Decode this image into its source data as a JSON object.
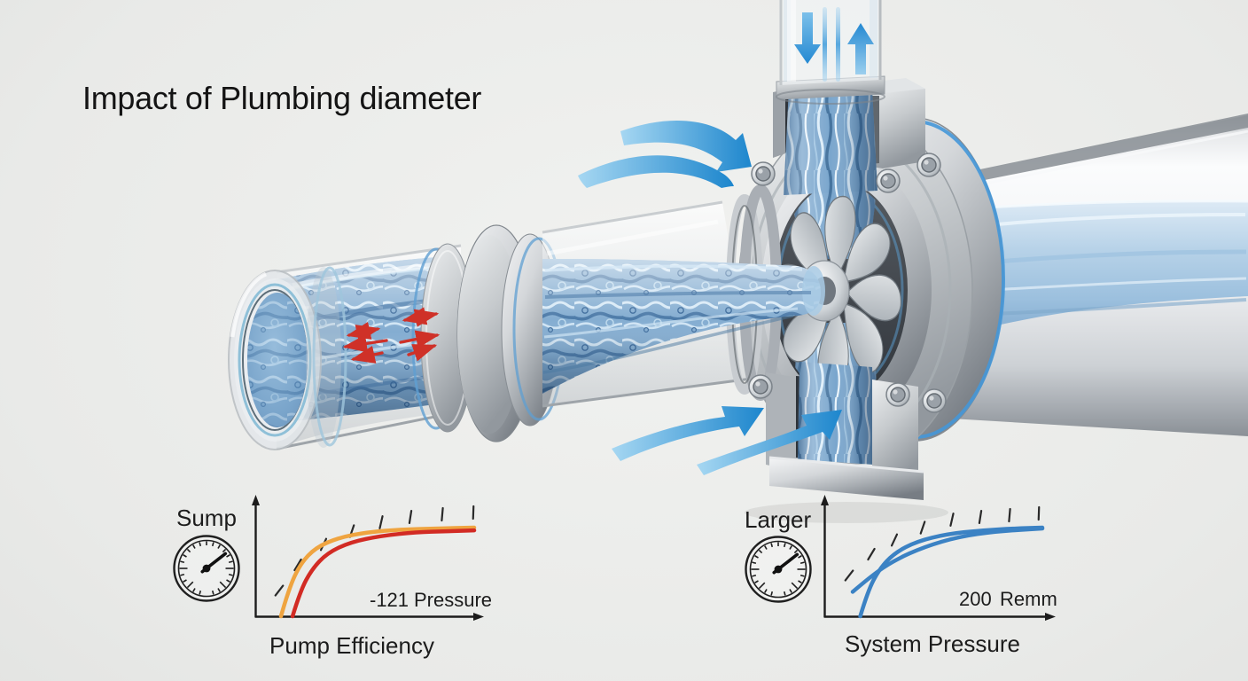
{
  "title": "Impact of Plumbing diameter",
  "colors": {
    "background": "#e9eae8",
    "accent_blue": "#2489d2",
    "turbulence_red": "#cf3128",
    "curve_orange": "#efa440",
    "curve_red": "#d22b24",
    "curve_blue": "#3b82c4",
    "water_blue": "#84add1",
    "metal_gray": "#c6cacd",
    "text": "#1c1c1c"
  },
  "icons": {
    "flow-down-arrow": "↓",
    "flow-up-arrow": "↑",
    "intake-swirl-arrow": "⤵",
    "turbulence-arrow": "↔",
    "pressure-gauge": "⊙"
  },
  "charts": [
    {
      "id": "pump-efficiency",
      "gauge_label": "Sump",
      "x_axis_label": "Pump Efficiency",
      "annotation": {
        "value": "-121",
        "unit": "Pressure",
        "value_color": "#c0392e",
        "unit_color": "#1c1c1c"
      },
      "curves": [
        {
          "name": "larger-diameter",
          "color": "#efa440"
        },
        {
          "name": "smaller-diameter",
          "color": "#d22b24"
        }
      ]
    },
    {
      "id": "system-pressure",
      "gauge_label": "Larger",
      "x_axis_label": "System Pressure",
      "annotation": {
        "value": "200",
        "unit": "Remm",
        "value_color": "#1c1c1c",
        "unit_color": "#1c1c1c"
      },
      "curves": [
        {
          "name": "steep-curve",
          "color": "#3b82c4"
        },
        {
          "name": "shallow-curve",
          "color": "#3b82c4"
        }
      ]
    }
  ],
  "chart_data": [
    {
      "type": "line",
      "title": "",
      "xlabel": "Pump Efficiency",
      "ylabel": "",
      "annotation": "-121 Pressure",
      "x_range": [
        0,
        1
      ],
      "y_range": [
        0,
        1
      ],
      "grid": false,
      "legend": "none",
      "series": [
        {
          "name": "larger-diameter",
          "color": "#efa440",
          "x": [
            0,
            0.04,
            0.1,
            0.18,
            0.3,
            0.45,
            0.62,
            0.8,
            1
          ],
          "y": [
            0,
            0.3,
            0.58,
            0.76,
            0.87,
            0.93,
            0.96,
            0.97,
            0.98
          ]
        },
        {
          "name": "smaller-diameter",
          "color": "#d22b24",
          "x": [
            0.06,
            0.1,
            0.16,
            0.24,
            0.36,
            0.52,
            0.7,
            0.86,
            1
          ],
          "y": [
            0,
            0.28,
            0.52,
            0.7,
            0.82,
            0.89,
            0.93,
            0.94,
            0.95
          ]
        }
      ]
    },
    {
      "type": "line",
      "title": "",
      "xlabel": "System Pressure",
      "ylabel": "",
      "annotation": "200 Remm",
      "x_range": [
        0,
        1
      ],
      "y_range": [
        0,
        1
      ],
      "grid": false,
      "legend": "none",
      "series": [
        {
          "name": "steep-curve",
          "color": "#3b82c4",
          "x": [
            0.04,
            0.08,
            0.14,
            0.22,
            0.34,
            0.5,
            0.68,
            0.85,
            1
          ],
          "y": [
            0,
            0.28,
            0.52,
            0.7,
            0.83,
            0.91,
            0.95,
            0.97,
            0.98
          ]
        },
        {
          "name": "shallow-curve",
          "color": "#3b82c4",
          "x": [
            0,
            0.1,
            0.22,
            0.38,
            0.56,
            0.76,
            1
          ],
          "y": [
            0.27,
            0.45,
            0.62,
            0.77,
            0.88,
            0.94,
            0.97
          ]
        }
      ]
    }
  ]
}
